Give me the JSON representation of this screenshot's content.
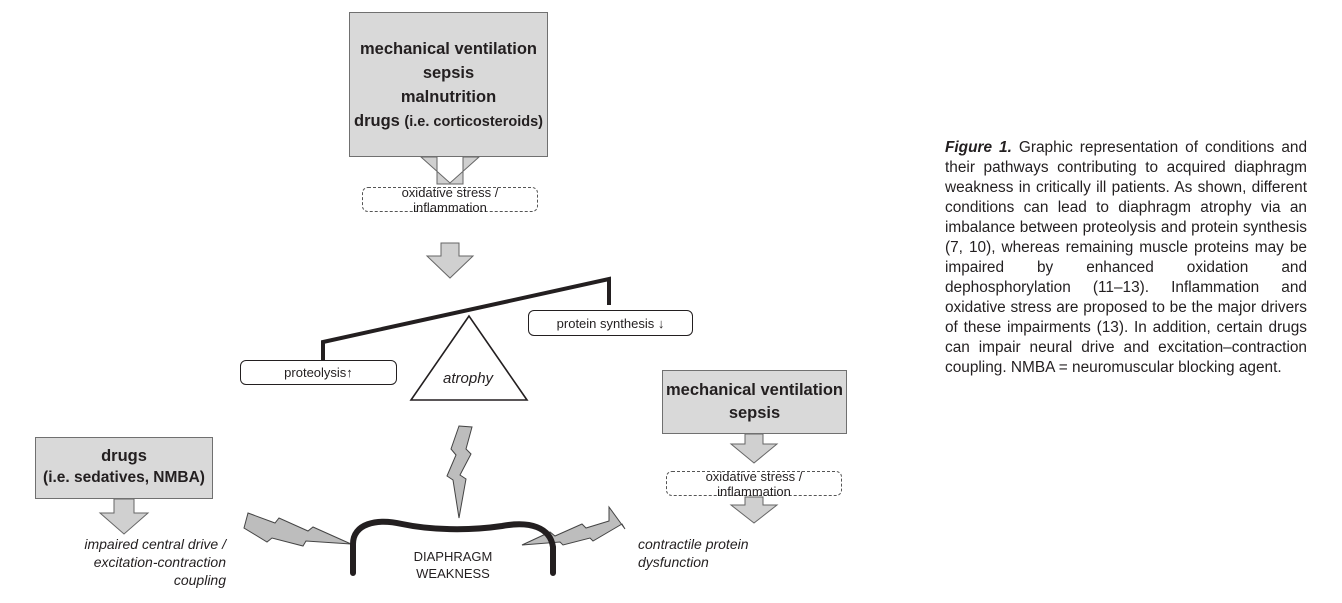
{
  "top_box": {
    "lines": [
      "mechanical ventilation",
      "sepsis",
      "malnutrition"
    ],
    "drugs": "drugs",
    "drugs_note": "(i.e. corticosteroids)"
  },
  "stress_top": "oxidative stress / inflammation",
  "protein_synthesis": "protein synthesis ↓",
  "proteolysis": "proteolysis↑",
  "atrophy": "atrophy",
  "left_box": {
    "title": "drugs",
    "note": "(i.e. sedatives, NMBA)"
  },
  "left_outcome": {
    "line1": "impaired central drive /",
    "line2": "excitation-contraction",
    "line3": "coupling"
  },
  "right_box": {
    "line1": "mechanical ventilation",
    "line2": "sepsis"
  },
  "stress_right": "oxidative stress / inflammation",
  "right_outcome": {
    "line1": "contractile protein",
    "line2": "dysfunction"
  },
  "center": {
    "line1": "DIAPHRAGM",
    "line2": "WEAKNESS"
  },
  "caption": {
    "label": "Figure 1.",
    "text": "Graphic representation of conditions and their pathways contributing to acquired diaphragm weakness in critically ill patients. As shown, different conditions can lead to diaphragm atrophy via an imbalance between proteolysis and protein synthesis (7, 10), whereas remaining muscle proteins may be impaired by enhanced oxidation and dephosphorylation (11–13). Inflammation and oxidative stress are proposed to be the major drivers of these impairments (13). In addition, certain drugs can impair neural drive and excitation–contraction coupling. NMBA = neuromuscular blocking agent."
  },
  "colors": {
    "box_fill": "#d9d9d9",
    "arrow_fill": "#d0d0d0",
    "stroke": "#231f20"
  }
}
